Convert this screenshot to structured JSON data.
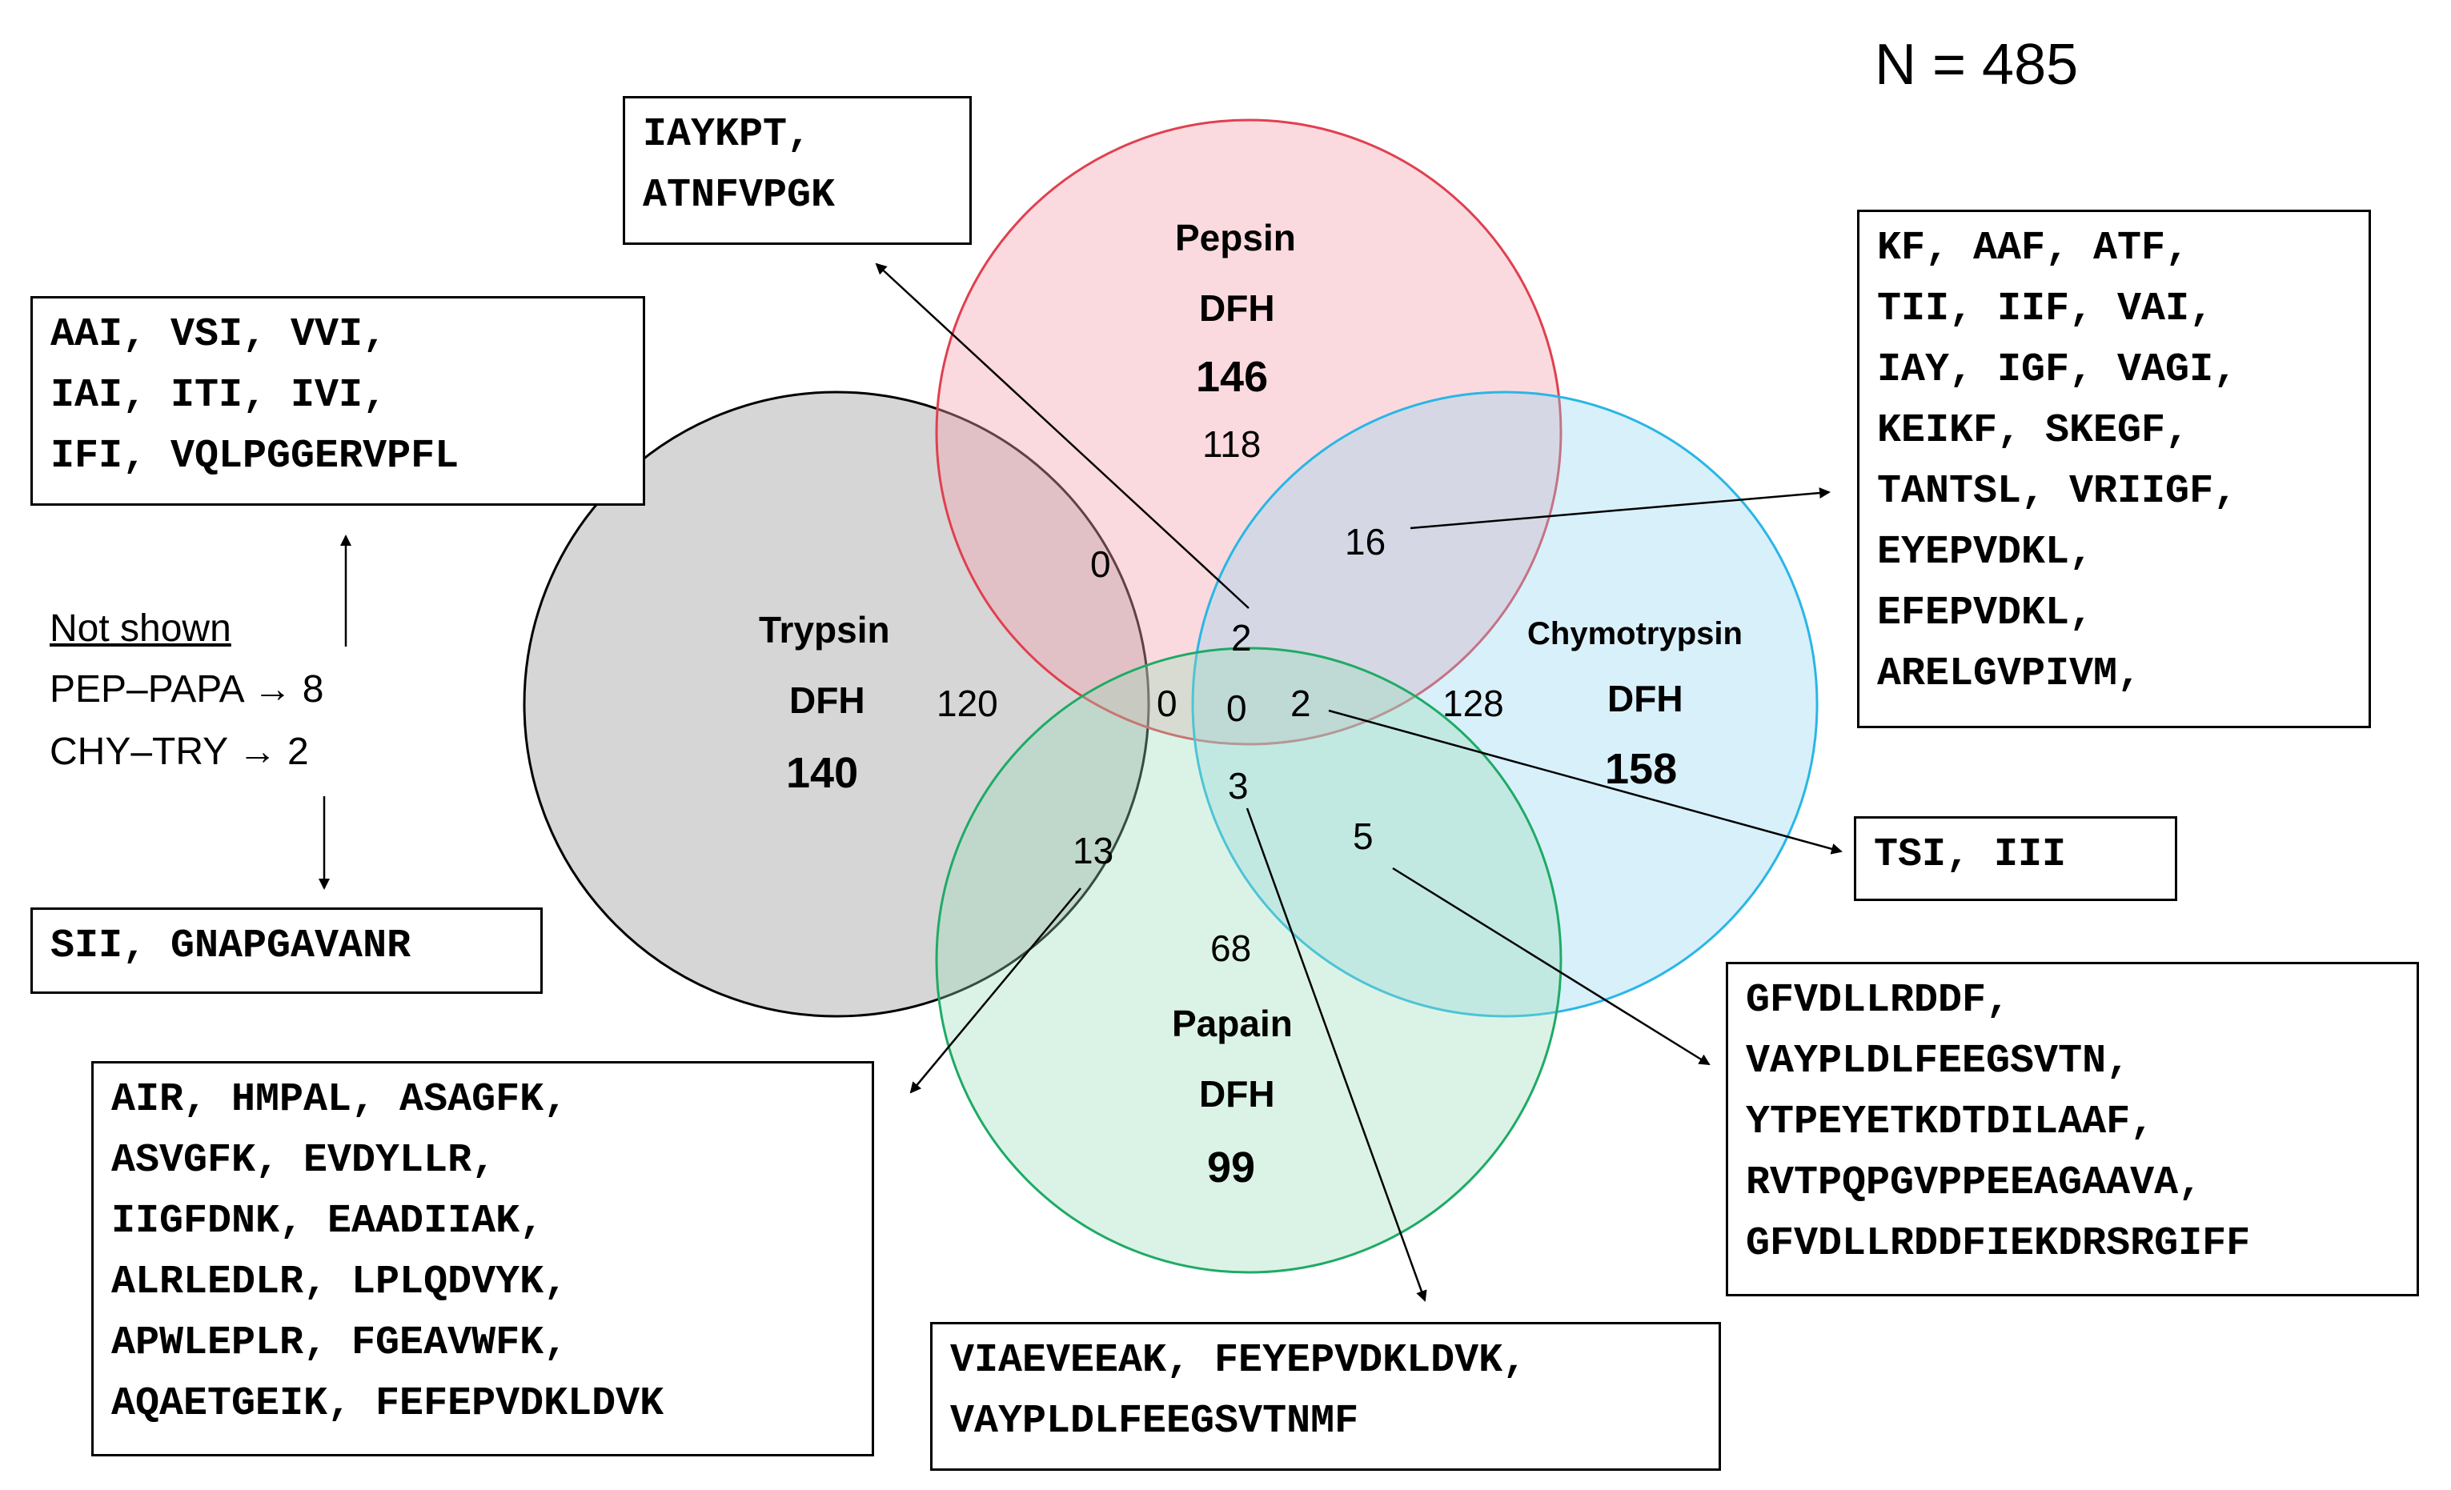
{
  "total_label": "N = 485",
  "enzymes": {
    "pepsin": {
      "name": "Pepsin",
      "dfh_label": "DFH",
      "total": "146",
      "unique": "118",
      "color": "#f5c6cc",
      "stroke": "#e0404f"
    },
    "trypsin": {
      "name": "Trypsin",
      "dfh_label": "DFH",
      "total": "140",
      "unique": "120",
      "color": "#c8c8c8",
      "stroke": "#000000"
    },
    "chymotrypsin": {
      "name": "Chymotrypsin",
      "dfh_label": "DFH",
      "total": "158",
      "unique": "128",
      "color": "#bfe6f5",
      "stroke": "#29b6e6"
    },
    "papain": {
      "name": "Papain",
      "dfh_label": "DFH",
      "total": "99",
      "unique": "68",
      "color": "#c4ead6",
      "stroke": "#1faa66"
    }
  },
  "overlaps": {
    "pep_try": "0",
    "pep_chy": "16",
    "pep_try_chy": "2",
    "try_pap_pep": "0",
    "all_four": "0",
    "pep_chy_pap": "2",
    "try_chy_pap": "3",
    "try_pap": "13",
    "chy_pap": "5"
  },
  "not_shown": {
    "title": "Not shown",
    "line1": "PEP–PAPA → 8",
    "line2": "CHY–TRY → 2"
  },
  "boxes": {
    "pep_try_chy": [
      "IAYKPT,",
      "ATNFVPGK"
    ],
    "pep_papa": [
      "AAI, VSI, VVI,",
      "IAI, ITI, IVI,",
      "IFI, VQLPGGERVPFL"
    ],
    "chy_try": [
      "SII, GNAPGAVANR"
    ],
    "try_pap": [
      "AIR, HMPAL, ASAGFK,",
      "ASVGFK, EVDYLLR,",
      "IIGFDNK, EAADIIAK,",
      "ALRLEDLR, LPLQDVYK,",
      "APWLEPLR, FGEAVWFK,",
      "AQAETGEIK, FEFEPVDKLDVK"
    ],
    "pep_chy": [
      "KF, AAF, ATF,",
      "TII, IIF, VAI,",
      "IAY, IGF, VAGI,",
      "KEIKF, SKEGF,",
      "TANTSL, VRIIGF,",
      "EYEPVDKL,",
      "EFEPVDKL,",
      "ARELGVPIVM,"
    ],
    "pep_chy_pap": [
      "TSI, III"
    ],
    "chy_pap": [
      "GFVDLLRDDF,",
      "VAYPLDLFEEGSVTN,",
      "YTPEYETKDTDILAAF,",
      "RVTPQPGVPPEEAGAAVA,",
      "GFVDLLRDDFIEKDRSRGIFF"
    ],
    "try_chy_pap": [
      "VIAEVEEAK, FEYEPVDKLDVK,",
      "VAYPLDLFEEGSVTNMF"
    ]
  }
}
